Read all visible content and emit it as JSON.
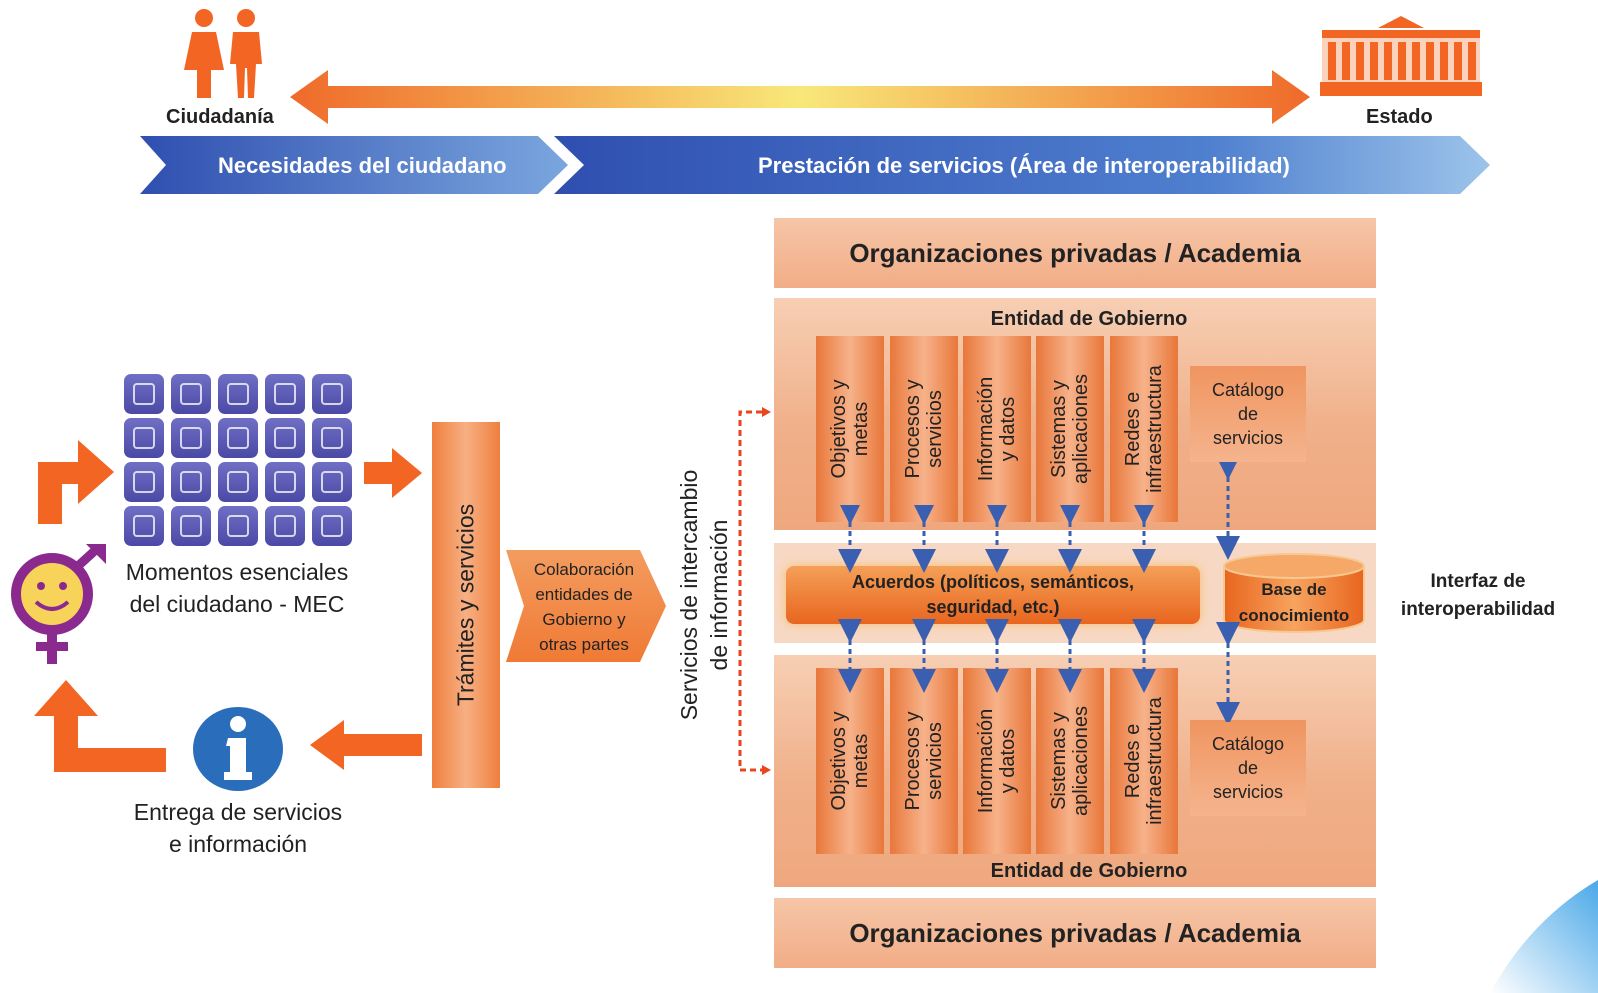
{
  "top": {
    "ciudadania_label": "Ciudadanía",
    "estado_label": "Estado",
    "banner_left": "Necesidades del ciudadano",
    "banner_right": "Prestación de servicios (Área de interoperabilidad)"
  },
  "orgs": {
    "top": "Organizaciones privadas / Academia",
    "bottom": "Organizaciones privadas / Academia"
  },
  "entity": {
    "top_title": "Entidad de Gobierno",
    "bottom_title": "Entidad de Gobierno",
    "columns": [
      {
        "line1": "Objetivos y",
        "line2": "metas"
      },
      {
        "line1": "Procesos y",
        "line2": "servicios"
      },
      {
        "line1": "Información",
        "line2": "y datos"
      },
      {
        "line1": "Sistemas y",
        "line2": "aplicaciones"
      },
      {
        "line1": "Redes e",
        "line2": "infraestructura"
      }
    ],
    "catalog": {
      "line1": "Catálogo",
      "line2": "de",
      "line3": "servicios"
    }
  },
  "middle": {
    "acuerdos_line1": "Acuerdos (políticos, semánticos,",
    "acuerdos_line2": "seguridad, etc.)",
    "base_line1": "Base de",
    "base_line2": "conocimiento",
    "interfaz_line1": "Interfaz de",
    "interfaz_line2": "interoperabilidad"
  },
  "left": {
    "mec_line1": "Momentos esenciales",
    "mec_line2": "del ciudadano - MEC",
    "entrega_line1": "Entrega de servicios",
    "entrega_line2": "e información",
    "tramites": "Trámites y servicios",
    "colab_line1": "Colaboración",
    "colab_line2": "entidades de",
    "colab_line3": "Gobierno y",
    "colab_line4": "otras partes",
    "servicios_line1": "Servicios de intercambio",
    "servicios_line2": "de información"
  },
  "colors": {
    "orange": "#f26522",
    "blue_banner": "#3c5bb5",
    "purple": "#8a2a8f",
    "info_blue": "#2a6ebb",
    "tile_blue": "#5252ad"
  }
}
